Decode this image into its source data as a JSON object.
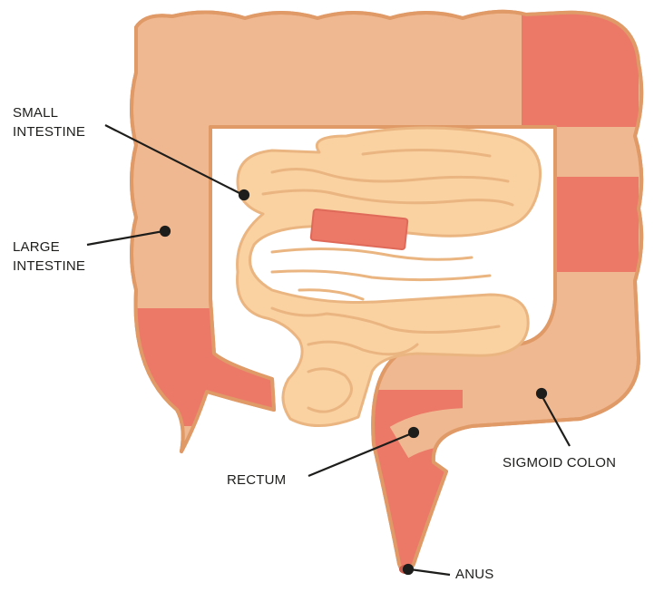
{
  "labels": {
    "small_intestine": [
      "SMALL",
      "INTESTINE"
    ],
    "large_intestine": [
      "LARGE",
      "INTESTINE"
    ],
    "rectum": "RECTUM",
    "sigmoid_colon": "SIGMOID COLON",
    "anus": "ANUS"
  },
  "colors": {
    "colon_fill": "#f0b890",
    "colon_outline": "#e09a68",
    "inflamed": "#ec7868",
    "small_intestine_fill": "#fad2a2",
    "small_intestine_outline": "#eab580",
    "pointer": "#1d1d1b"
  }
}
